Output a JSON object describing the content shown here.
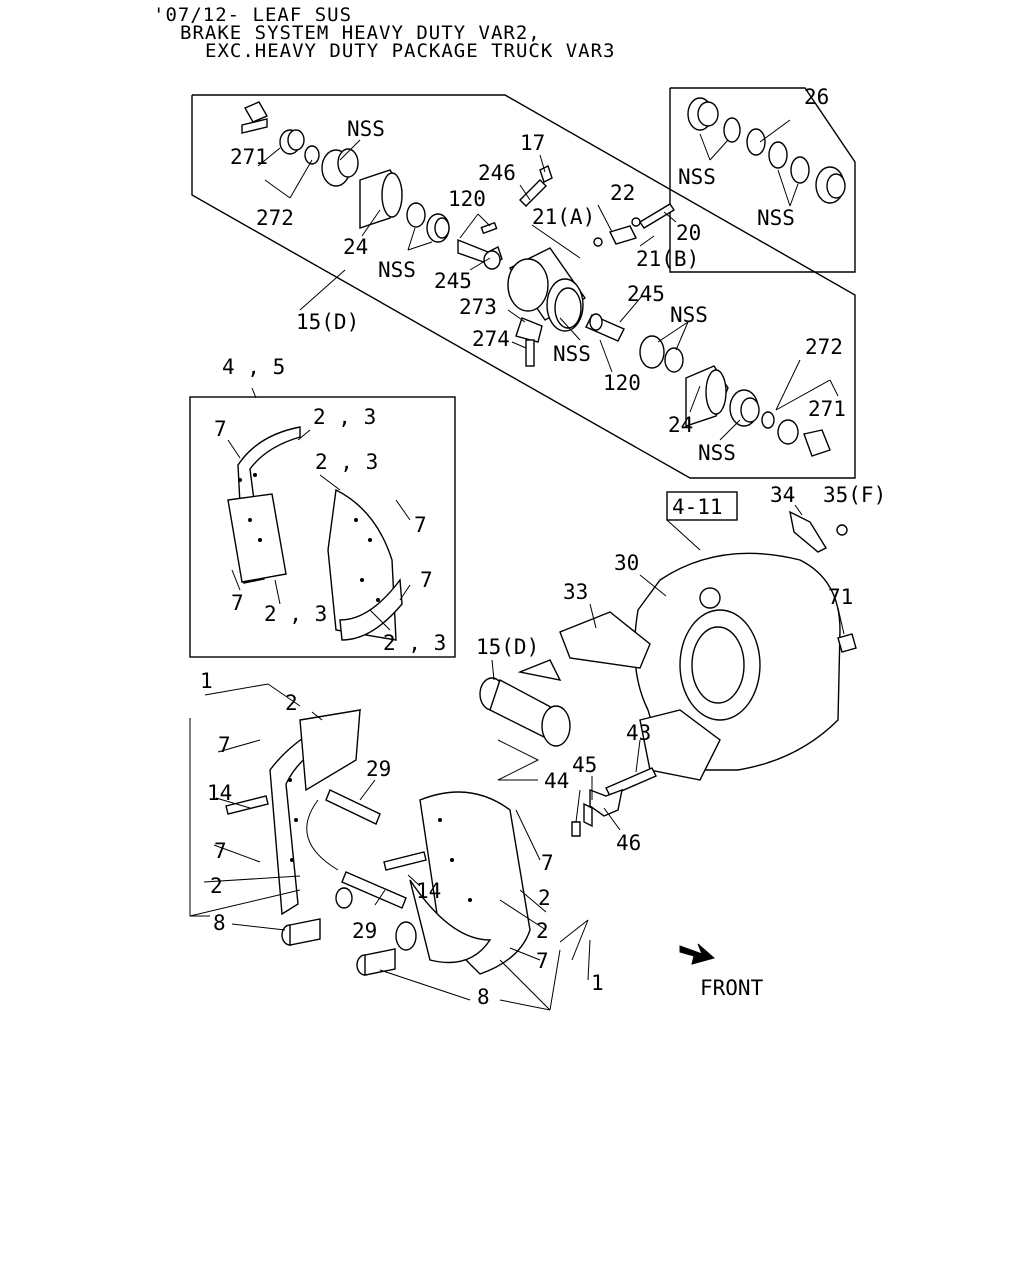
{
  "header": {
    "line1": "'07/12- LEAF SUS",
    "line2": "BRAKE SYSTEM HEAVY DUTY VAR2,",
    "line3": "EXC.HEAVY DUTY PACKAGE TRUCK VAR3"
  },
  "reference_box": "4-11",
  "front_label": "FRONT",
  "labels": {
    "nss": "NSS",
    "p271": "271",
    "p272": "272",
    "p24": "24",
    "p17": "17",
    "p246": "246",
    "p120": "120",
    "p21a": "21(A)",
    "p21b": "21(B)",
    "p22": "22",
    "p20": "20",
    "p245": "245",
    "p273": "273",
    "p274": "274",
    "p15d": "15(D)",
    "p26": "26",
    "p45g": "4 , 5",
    "p7": "7",
    "p23": "2 , 3",
    "p1": "1",
    "p2": "2",
    "p14": "14",
    "p8": "8",
    "p29": "29",
    "p30": "30",
    "p33": "33",
    "p34": "34",
    "p35f": "35(F)",
    "p71": "71",
    "p43": "43",
    "p44": "44",
    "p45": "45",
    "p46": "46"
  }
}
